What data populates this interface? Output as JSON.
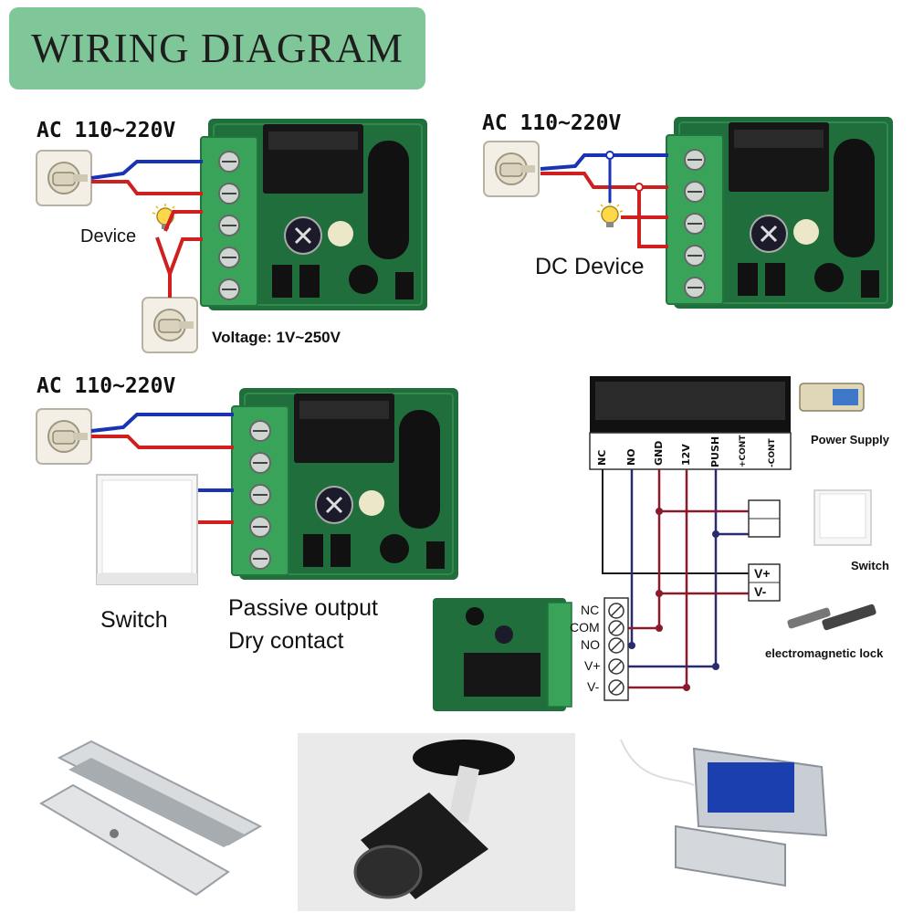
{
  "title": "WIRING DIAGRAM",
  "diagram1": {
    "ac_label": "AC 110~220V",
    "device_label": "Device",
    "voltage_label": "Voltage: 1V~250V"
  },
  "diagram2": {
    "ac_label": "AC 110~220V",
    "device_label": "DC Device"
  },
  "diagram3": {
    "ac_label": "AC 110~220V",
    "switch_label": "Switch",
    "passive_output_label": "Passive output",
    "dry_contact_label": "Dry contact"
  },
  "diagram4": {
    "terminal_labels": [
      "NC",
      "NO",
      "GND",
      "12V",
      "PUSH",
      "+CONT",
      "-CONT"
    ],
    "power_supply_label": "Power Supply",
    "switch_label": "Switch",
    "lock_label": "electromagnetic lock",
    "vplus_label": "V+",
    "vminus_label": "V-",
    "module_terminals": [
      "NC",
      "COM",
      "NO",
      "V+",
      "V-"
    ]
  },
  "colors": {
    "banner": "#7fc798",
    "board_green": "#1f6e3b",
    "terminal_green": "#3aa35a",
    "wire_blue": "#1a33b4",
    "wire_red": "#d01f1f",
    "wire_dark_red": "#8b1a2a",
    "wire_navy": "#2a2a6e"
  },
  "icons": [
    "wall-socket-icon",
    "light-bulb-icon",
    "wall-switch-icon",
    "relay-board-icon",
    "terminal-block-icon",
    "power-supply-icon",
    "electromagnetic-lock-icon",
    "magnetic-lock-photo",
    "spotlight-photo",
    "solenoid-lock-photo"
  ]
}
